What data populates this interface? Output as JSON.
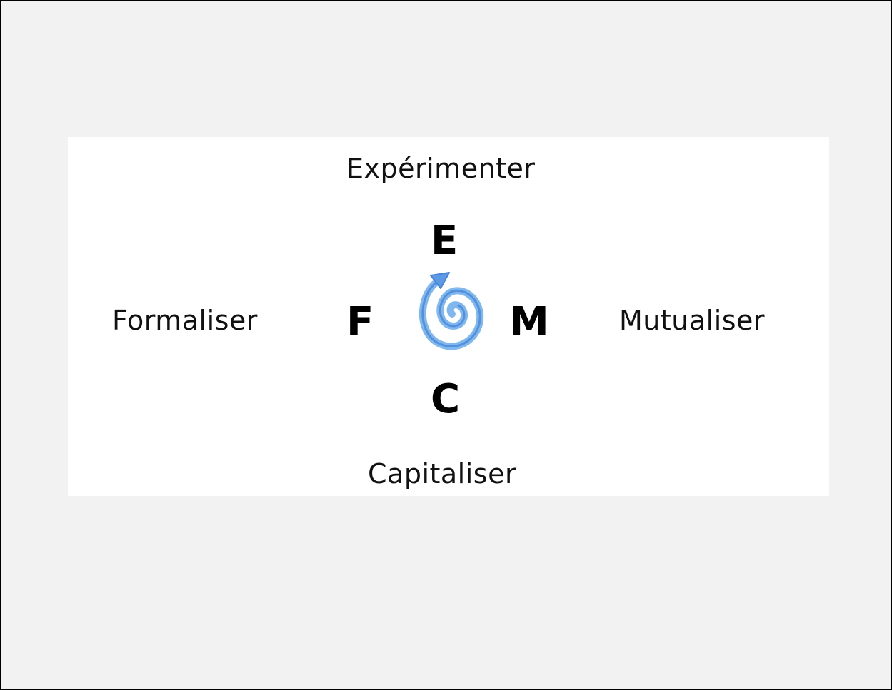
{
  "labels": {
    "top": "Expérimenter",
    "left": "Formaliser",
    "right": "Mutualiser",
    "bottom": "Capitaliser"
  },
  "letters": {
    "top": "E",
    "left": "F",
    "right": "M",
    "bottom": "C"
  },
  "icon": "spiral-arrow-icon",
  "colors": {
    "spiral_outer": "#7fb8ee",
    "spiral_inner": "#4a86d8",
    "page_background": "#f2f2f2",
    "panel_background": "#ffffff",
    "border": "#000000"
  }
}
